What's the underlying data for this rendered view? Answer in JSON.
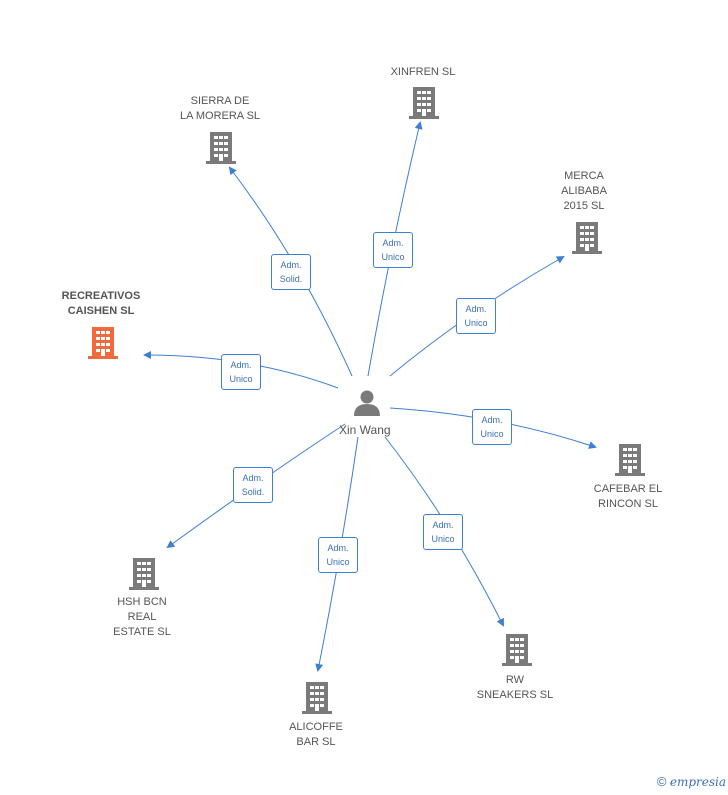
{
  "person": {
    "name": "Xin Wang"
  },
  "companies": [
    {
      "id": "xinfren",
      "label": "XINFREN  SL",
      "highlight": false
    },
    {
      "id": "sierra",
      "label": "SIERRA DE\nLA MORERA  SL",
      "highlight": false
    },
    {
      "id": "merca",
      "label": "MERCA\nALIBABA\n2015  SL",
      "highlight": false
    },
    {
      "id": "recreativos",
      "label": "RECREATIVOS\nCAISHEN  SL",
      "highlight": true
    },
    {
      "id": "cafebar",
      "label": "CAFEBAR EL\nRINCON  SL",
      "highlight": false
    },
    {
      "id": "hsh",
      "label": "HSH BCN\nREAL\nESTATE  SL",
      "highlight": false
    },
    {
      "id": "alicoffe",
      "label": "ALICOFFE\nBAR  SL",
      "highlight": false
    },
    {
      "id": "rw",
      "label": "RW\nSNEAKERS  SL",
      "highlight": false
    }
  ],
  "roles": {
    "xinfren": "Adm.\nUnico",
    "sierra": "Adm.\nSolid.",
    "merca": "Adm.\nUnico",
    "recreativos": "Adm.\nUnico",
    "cafebar": "Adm.\nUnico",
    "hsh": "Adm.\nSolid.",
    "alicoffe": "Adm.\nUnico",
    "rw": "Adm.\nUnico"
  },
  "colors": {
    "edge": "#3d7fd0",
    "building": "#7a7a7a",
    "highlight": "#f26a3a"
  },
  "footer": {
    "copyright": "©",
    "brand": "empresia"
  }
}
